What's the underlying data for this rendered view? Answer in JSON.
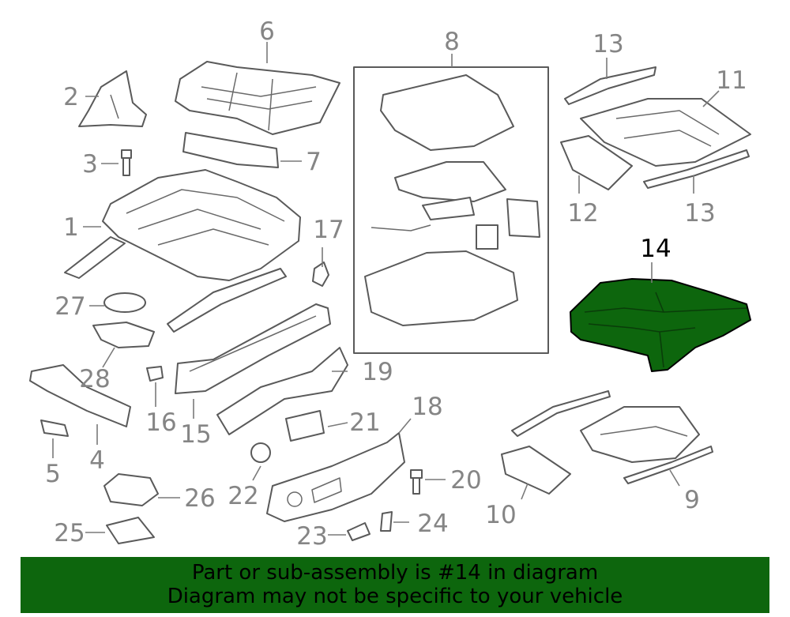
{
  "diagram": {
    "highlight_color": "#0d660d",
    "highlighted_part": "14",
    "callouts": {
      "p1": "1",
      "p2": "2",
      "p3": "3",
      "p4": "4",
      "p5": "5",
      "p6": "6",
      "p7": "7",
      "p8": "8",
      "p9": "9",
      "p10": "10",
      "p11": "11",
      "p12": "12",
      "p13a": "13",
      "p13b": "13",
      "p14": "14",
      "p15": "15",
      "p16": "16",
      "p17": "17",
      "p18": "18",
      "p19": "19",
      "p20": "20",
      "p21": "21",
      "p22": "22",
      "p23": "23",
      "p24": "24",
      "p25": "25",
      "p26": "26",
      "p27": "27",
      "p28": "28"
    }
  },
  "banner": {
    "line1": "Part or sub-assembly is #14 in diagram",
    "line2": "Diagram may not be specific to your vehicle"
  }
}
